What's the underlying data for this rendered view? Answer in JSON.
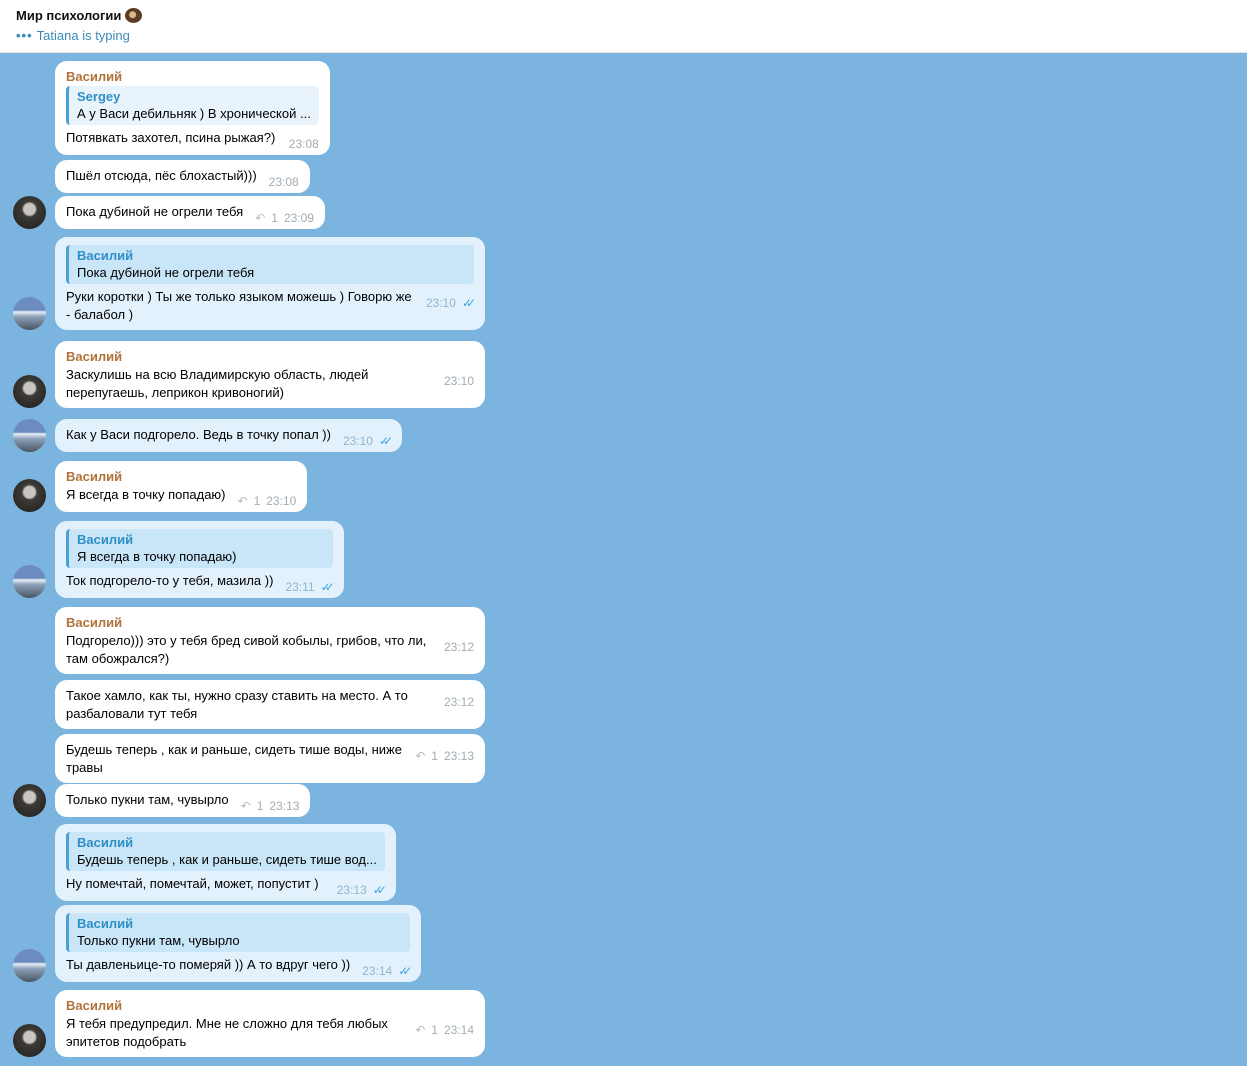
{
  "header": {
    "title": "Мир психологии",
    "typing": "Tatiana is typing"
  },
  "messages": [
    {
      "name": "Василий",
      "reply_name": "Sergey",
      "reply_text": "А у Васи дебильняк ) В хронической ...",
      "text": "Потявкать захотел, псина рыжая?)",
      "time": "23:08"
    },
    {
      "text": "Пшёл отсюда, пёс блохастый)))",
      "time": "23:08"
    },
    {
      "text": "Пока дубиной не огрели тебя",
      "replies": "1",
      "time": "23:09"
    },
    {
      "reply_name": "Василий",
      "reply_text": "Пока дубиной не огрели тебя",
      "text": "Руки коротки ) Ты же только языком можешь ) Говорю же - балабол )",
      "time": "23:10"
    },
    {
      "name": "Василий",
      "text": "Заскулишь на всю Владимирскую область, людей перепугаешь, леприкон кривоногий)",
      "time": "23:10"
    },
    {
      "text": "Как у Васи подгорело. Ведь в точку попал ))",
      "time": "23:10"
    },
    {
      "name": "Василий",
      "text": "Я всегда в точку попадаю)",
      "replies": "1",
      "time": "23:10"
    },
    {
      "reply_name": "Василий",
      "reply_text": "Я всегда в точку попадаю)",
      "text": "Ток подгорело-то у тебя, мазила ))",
      "time": "23:11"
    },
    {
      "name": "Василий",
      "text": "Подгорело))) это у тебя бред сивой кобылы, грибов, что ли, там обожрался?)",
      "time": "23:12"
    },
    {
      "text": "Такое хамло, как ты, нужно сразу ставить на место. А то разбаловали тут тебя",
      "time": "23:12"
    },
    {
      "text": "Будешь теперь , как и раньше, сидеть тише воды, ниже травы",
      "replies": "1",
      "time": "23:13"
    },
    {
      "text": "Только пукни там, чувырло",
      "replies": "1",
      "time": "23:13"
    },
    {
      "reply_name": "Василий",
      "reply_text": "Будешь теперь , как и раньше, сидеть тише вод...",
      "text": "Ну помечтай, помечтай, может, попустит )",
      "time": "23:13"
    },
    {
      "reply_name": "Василий",
      "reply_text": "Только пукни там, чувырло",
      "text": "Ты давленьице-то померяй )) А то вдруг чего ))",
      "time": "23:14"
    },
    {
      "name": "Василий",
      "text": "Я тебя предупредил. Мне не сложно для тебя любых эпитетов подобрать",
      "replies": "1",
      "time": "23:14"
    }
  ]
}
